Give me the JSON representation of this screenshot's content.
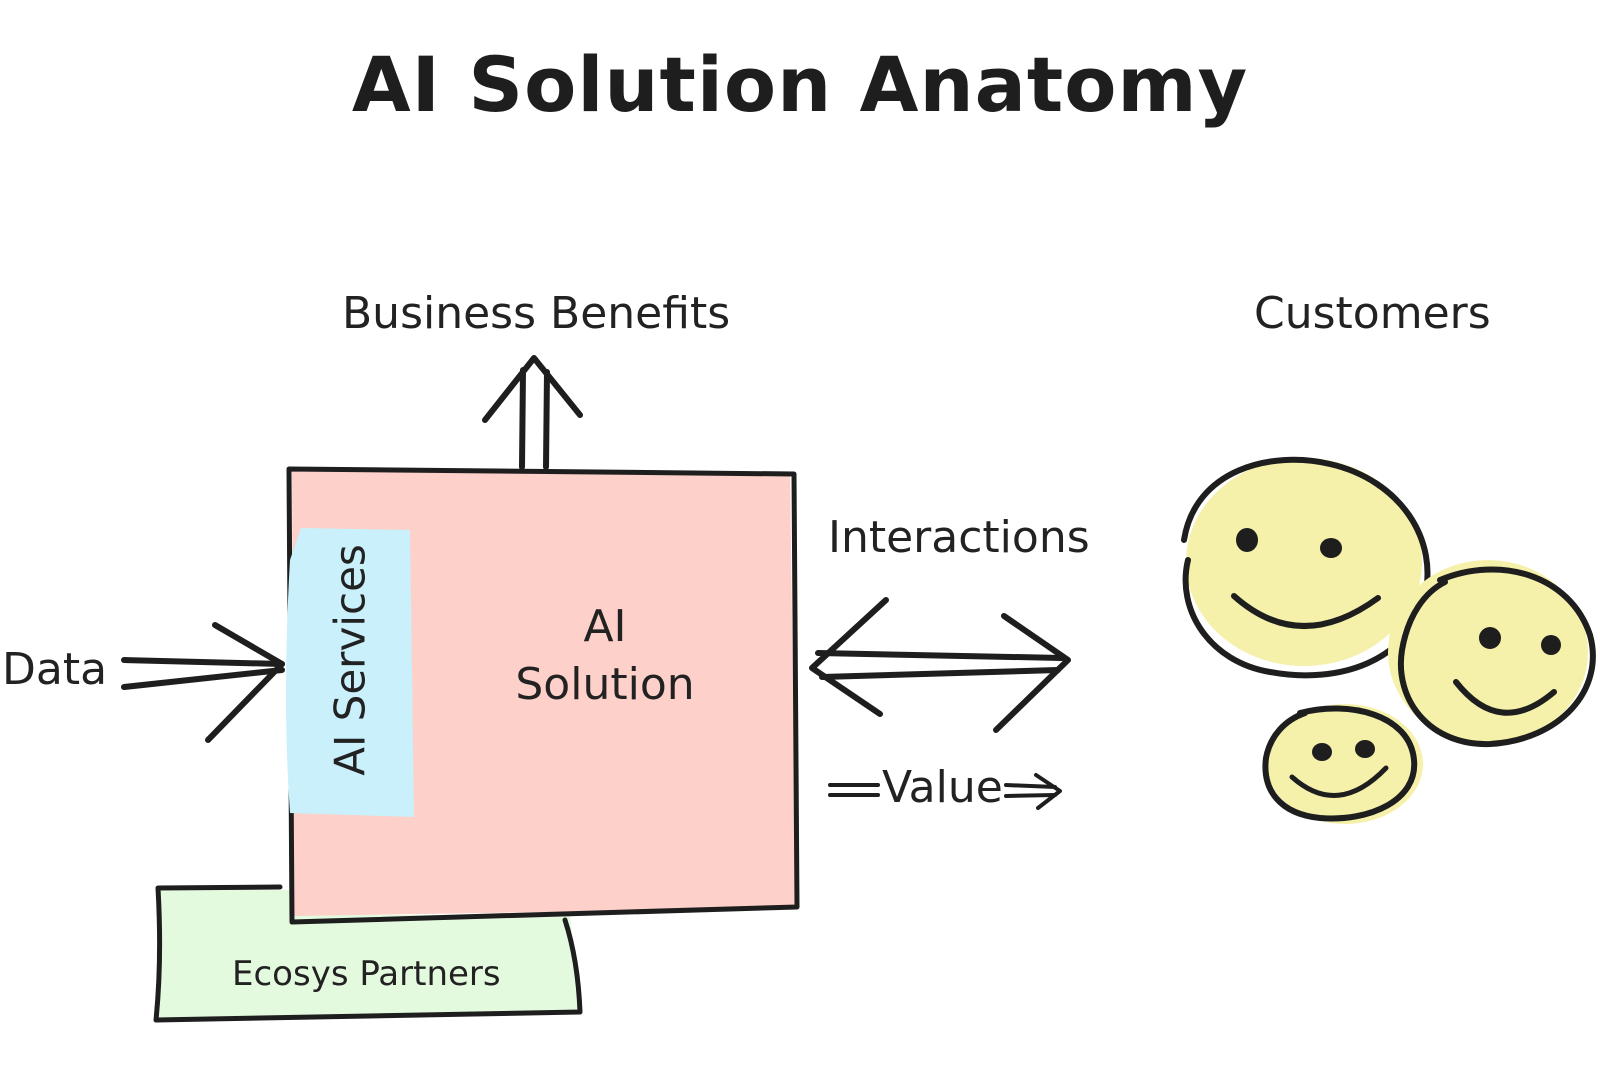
{
  "title": "AI Solution Anatomy",
  "labels": {
    "business_benefits": "Business Benefits",
    "customers": "Customers",
    "data": "Data",
    "interactions": "Interactions",
    "value": "Value",
    "ai_solution_line1": "AI",
    "ai_solution_line2": "Solution",
    "ai_services": "AI Services",
    "ecosys_partners": "Ecosys Partners"
  },
  "colors": {
    "ai_solution_fill": "#fdd0c9",
    "ai_services_fill": "#c9f0fb",
    "ecosys_fill": "#e4fadf",
    "face_fill": "#f5f1aa",
    "stroke": "#1e1e1e"
  },
  "icons": [
    "smiley-face-icon",
    "smiley-face-icon",
    "smiley-face-icon"
  ]
}
